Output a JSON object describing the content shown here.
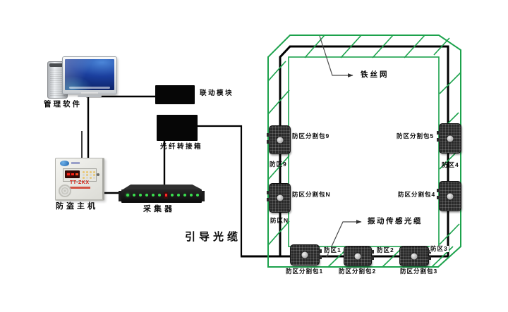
{
  "colors": {
    "fence_green": "#1ca24c",
    "cable_black": "#000000",
    "leader_gray": "#4a4a4a",
    "alarm_red": "#d42316",
    "led_green": "#3ae04e",
    "screen_blue": "#1b3f9e"
  },
  "equipment": {
    "management_software": "管理软件",
    "linkage_module": "联动模块",
    "fiber_junction_box": "光纤转接箱",
    "alarm_host": "防盗主机",
    "alarm_host_model": "TT-ZKX",
    "collector": "采集器"
  },
  "cables": {
    "lead_cable": "引导光缆",
    "wire_mesh": "铁丝网",
    "sensing_cable": "振动传感光缆"
  },
  "fence": {
    "packages": [
      {
        "label": "防区分割包1"
      },
      {
        "label": "防区分割包2"
      },
      {
        "label": "防区分割包3"
      },
      {
        "label": "防区分割包4"
      },
      {
        "label": "防区分割包5"
      },
      {
        "label": "防区分割包9"
      },
      {
        "label": "防区分割包N"
      }
    ],
    "zones": [
      {
        "label": "防区1"
      },
      {
        "label": "防区2"
      },
      {
        "label": "防区3"
      },
      {
        "label": "防区4"
      },
      {
        "label": "防区9"
      },
      {
        "label": "防区N"
      }
    ]
  }
}
